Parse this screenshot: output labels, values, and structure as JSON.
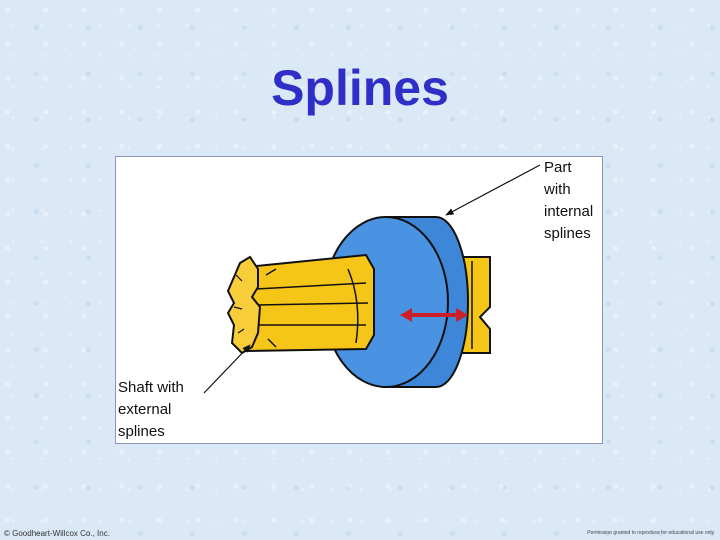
{
  "title": "Splines",
  "labels": {
    "internal": [
      "Part with",
      "internal",
      "splines"
    ],
    "external": [
      "Shaft with",
      "external",
      "splines"
    ]
  },
  "footer": {
    "copyright": "© Goodheart-Willcox Co., Inc.",
    "permission": "Permission granted to reproduce for educational use only"
  },
  "colors": {
    "title": "#2f2fc8",
    "shaft": "#f5c518",
    "part": "#3d86d8",
    "arrow_red": "#cc1f2a"
  }
}
